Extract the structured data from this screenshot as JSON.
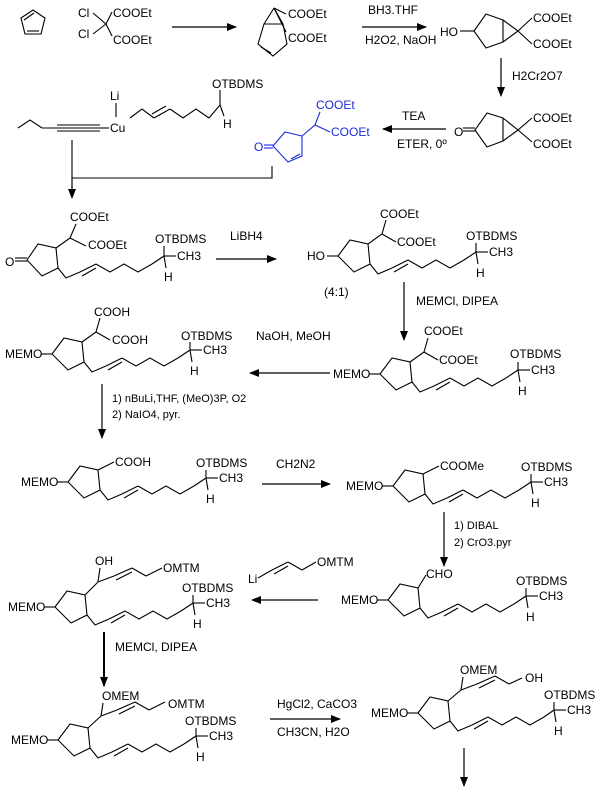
{
  "groups": {
    "cooet": "COOEt",
    "cl": "Cl",
    "otbdms": "OTBDMS",
    "ch3": "CH3",
    "h": "H",
    "li": "Li",
    "cu": "Cu",
    "ho": "HO",
    "o": "O",
    "memo": "MEMO",
    "cooh": "COOH",
    "coome": "COOMe",
    "cho": "CHO",
    "omtm": "OMTM",
    "oh": "OH",
    "omem": "OMEM"
  },
  "reagents": {
    "r1_top": "BH3.THF",
    "r1_bottom": "H2O2, NaOH",
    "r2": "H2Cr2O7",
    "r3_top": "TEA",
    "r3_bottom": "ETER, 0º",
    "r4": "LiBH4",
    "ratio": "(4:1)",
    "r5": "MEMCl, DIPEA",
    "r6": "NaOH, MeOH",
    "r7_line1": "1) nBuLi,THF, (MeO)3P, O2",
    "r7_line2": "2) NaIO4, pyr.",
    "r8": "CH2N2",
    "r9_line1": "1) DIBAL",
    "r9_line2": "2) CrO3.pyr",
    "r10": "MEMCl, DIPEA",
    "r11_top": "HgCl2, CaCO3",
    "r11_bottom": "CH3CN, H2O"
  }
}
